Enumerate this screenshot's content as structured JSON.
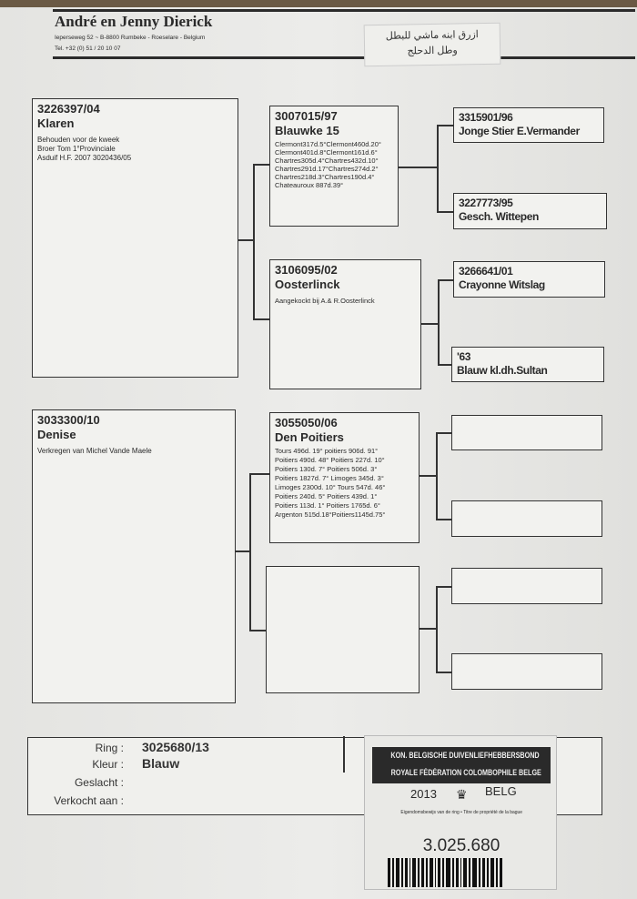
{
  "header": {
    "name": "André en Jenny Dierick",
    "address": "Ieperseweg 52  ~  B-8800  Rumbeke - Roeselare - Belgium",
    "tel": "Tel. +32 (0) 51 / 20 10 07",
    "handwritten_note": [
      "ازرق ابنه ماشي للبطل",
      "وطل الدحلج"
    ]
  },
  "pedigree": {
    "sire": {
      "ring": "3226397/04",
      "name": "Klaren",
      "info": "Behouden voor de kweek\nBroer Tom 1°Provinciale\nAsduif H.F. 2007 3020436/05"
    },
    "dam": {
      "ring": "3033300/10",
      "name": "Denise",
      "info": "Verkregen van Michel Vande Maele"
    },
    "ss": {
      "ring": "3007015/97",
      "name": "Blauwke 15",
      "info": "Clermont317d.5°Clermont460d.20°\nClermont401d.8°Clermont161d.6°\nChartres305d.4°Chartres432d.10°\nChartres291d.17°Chartres274d.2°\nChartres218d.3°Chartres190d.4°\nChateauroux 887d.39°"
    },
    "sd": {
      "ring": "3106095/02",
      "name": "Oosterlinck",
      "info": "Aangekockt bij A.& R.Oosterlinck"
    },
    "ds": {
      "ring": "3055050/06",
      "name": "Den Poitiers",
      "info": "Tours 496d. 19° poitiers 906d. 91°\nPoitiers 490d. 48° Poitiers 227d. 10°\nPoitiers 130d. 7° Poitiers 506d. 3°\nPoitiers 1827d. 7° Limoges 345d. 3°\nLimoges 2300d. 10° Tours 547d. 46°\nPoitiers 240d. 5° Poitiers 439d. 1°\nPoitiers 113d. 1° Poitiers 1765d. 6°\nArgenton 515d.18°Poitiers1145d.75°"
    },
    "sss": {
      "ring": "3315901/96",
      "name": "Jonge Stier E.Vermander"
    },
    "ssd": {
      "ring": "3227773/95",
      "name": "Gesch. Wittepen"
    },
    "sds": {
      "ring": "3266641/01",
      "name": "Crayonne Witslag"
    },
    "sdd": {
      "ring": "'63",
      "name": "Blauw kl.dh.Sultan"
    }
  },
  "footer": {
    "ring_label": "Ring :",
    "ring": "3025680/13",
    "color_label": "Kleur :",
    "color": "Blauw",
    "sex_label": "Geslacht :",
    "sold_label": "Verkocht aan :"
  },
  "sticker": {
    "line1": "KON. BELGISCHE DUIVENLIEFHEBBERSBOND",
    "line2": "ROYALE FÉDÉRATION COLOMBOPHILE BELGE",
    "year": "2013",
    "country": "BELG",
    "subtitle": "Eigendomsbewijs van de ring • Titre de propriété de la bague",
    "number": "3.025.680"
  }
}
